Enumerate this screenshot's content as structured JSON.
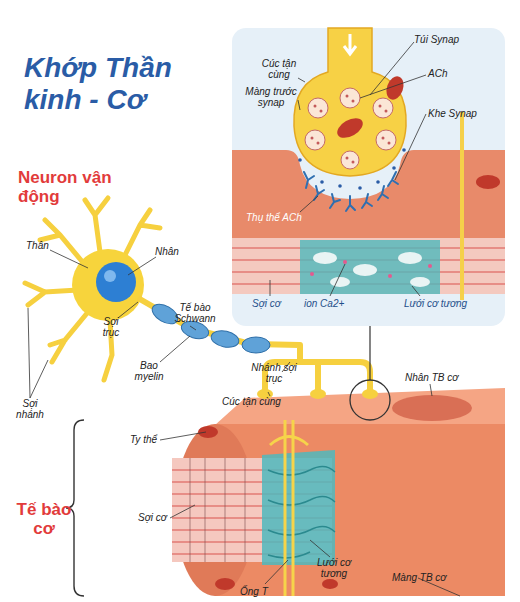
{
  "diagram": {
    "title": "Khớp Thần kinh - Cơ",
    "labels": [
      "Neuron vận động",
      "Thân",
      "Nhân",
      "Sợi nhánh",
      "Sợi trục",
      "Tế bào Schwann",
      "Bao myelin",
      "Nhánh sợi trục",
      "Cúc tận cùng",
      "Túi Synap",
      "Cúc tận cùng",
      "ACh",
      "Màng trước synap",
      "Khe Synap",
      "Thụ thể ACh",
      "Sợi cơ",
      "ion Ca2+",
      "Lưới cơ tương",
      "Nhân TB cơ",
      "Tế bào cơ",
      "Ty thể",
      "Sợi cơ",
      "Ống T",
      "Lưới cơ tương",
      "Màng TB cơ"
    ]
  }
}
